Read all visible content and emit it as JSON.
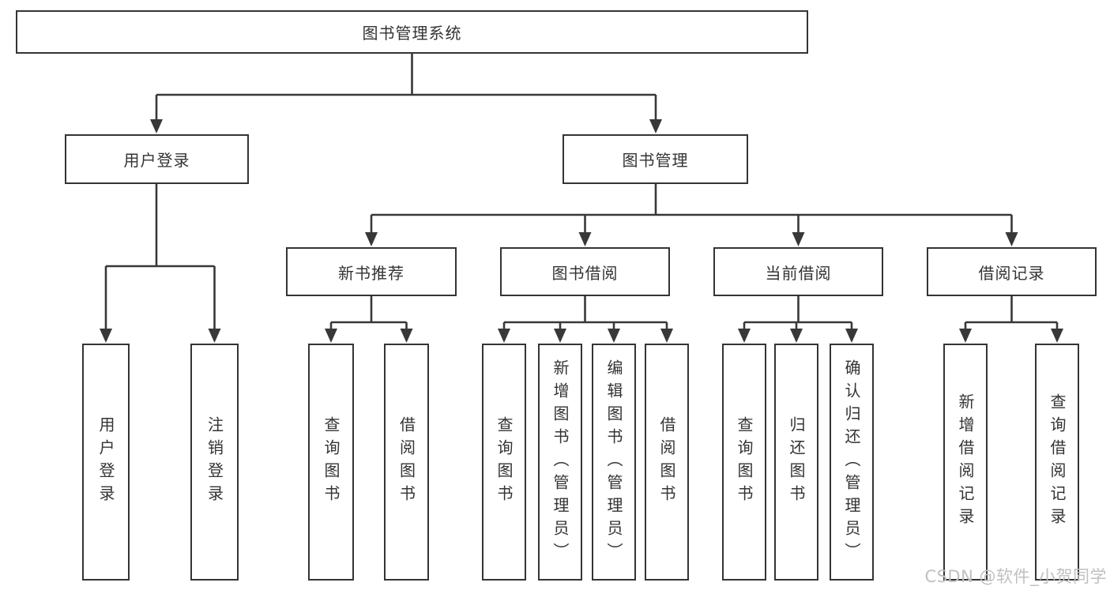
{
  "tree": {
    "label": "图书管理系统",
    "children": [
      {
        "label": "用户登录",
        "children": [
          {
            "label": "用户登录"
          },
          {
            "label": "注销登录"
          }
        ]
      },
      {
        "label": "图书管理",
        "children": [
          {
            "label": "新书推荐",
            "children": [
              {
                "label": "查询图书"
              },
              {
                "label": "借阅图书"
              }
            ]
          },
          {
            "label": "图书借阅",
            "children": [
              {
                "label": "查询图书"
              },
              {
                "label": "新增图书（管理员）"
              },
              {
                "label": "编辑图书（管理员）"
              },
              {
                "label": "借阅图书"
              }
            ]
          },
          {
            "label": "当前借阅",
            "children": [
              {
                "label": "查询图书"
              },
              {
                "label": "归还图书"
              },
              {
                "label": "确认归还（管理员）"
              }
            ]
          },
          {
            "label": "借阅记录",
            "children": [
              {
                "label": "新增借阅记录"
              },
              {
                "label": "查询借阅记录"
              }
            ]
          }
        ]
      }
    ]
  },
  "watermark": {
    "text": "CSDN @软件_小贺同学"
  },
  "colors": {
    "line": "#383838",
    "box_border": "#343434",
    "text": "#333333",
    "watermark": "#c0c0c0",
    "background": "#ffffff"
  }
}
